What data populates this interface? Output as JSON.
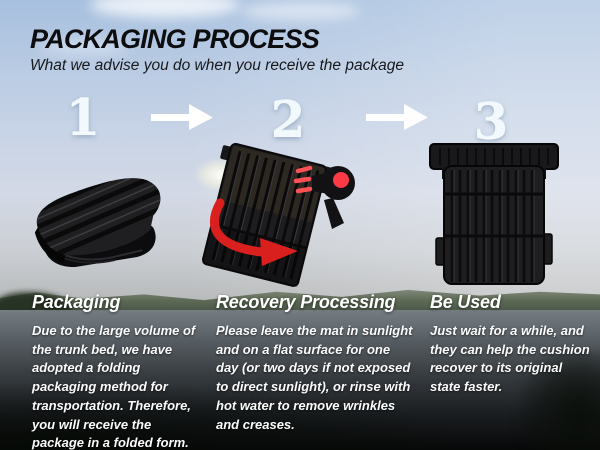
{
  "header": {
    "title": "PACKAGING PROCESS",
    "subtitle": "What we advise you do when you receive the package"
  },
  "steps": [
    {
      "number": "1",
      "heading": "Packaging",
      "description": "Due to the large volume of the trunk bed, we have adopted a folding packaging method for transportation. Therefore, you will receive the package in a folded form.",
      "illustration": "folded-truck-bed-mat"
    },
    {
      "number": "2",
      "heading": "Recovery Processing",
      "description": "Please leave the mat in sunlight and on a flat surface for one day (or two days if not exposed to direct sunlight), or rinse with hot water to remove wrinkles and creases.",
      "illustration": "tilted-mat-with-heat-dryer"
    },
    {
      "number": "3",
      "heading": "Be Used",
      "description": "Just wait for a  while, and they can help the cushion recover to its original state faster.",
      "illustration": "flat-truck-bed-mat"
    }
  ],
  "icons": {
    "arrow_1": "right-arrow",
    "arrow_2": "right-arrow",
    "hair_dryer": "hair-dryer",
    "unfold_arrow": "red-curved-arrow"
  },
  "colors": {
    "accent_red": "#d9201f",
    "heat_red": "#ff4d52",
    "title_text": "#0d0d10",
    "light_text": "#ffffff",
    "mat_black": "#1d1d20",
    "glass_number": "#f2f9fd"
  }
}
